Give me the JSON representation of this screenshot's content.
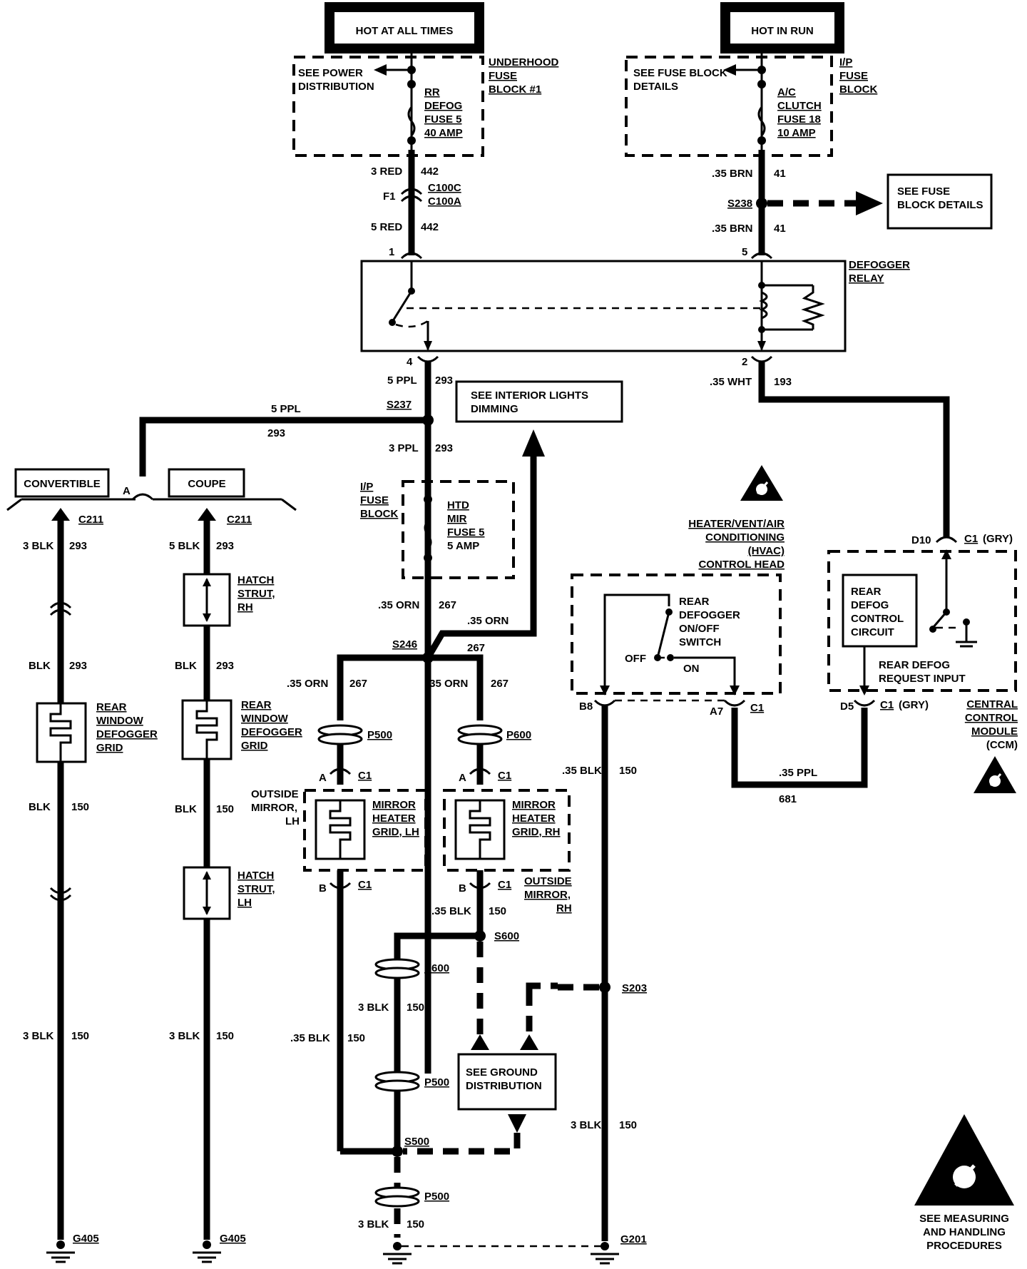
{
  "power": {
    "hot_all_times": "HOT AT ALL TIMES",
    "hot_in_run": "HOT IN RUN"
  },
  "underhood_fuse": {
    "see_power_line1": "SEE POWER",
    "see_power_line2": "DISTRIBUTION",
    "name_line1": "UNDERHOOD",
    "name_line2": "FUSE",
    "name_line3": "BLOCK #1",
    "fuse_line1": "RR",
    "fuse_line2": "DEFOG",
    "fuse_line3": "FUSE 5",
    "fuse_line4": "40 AMP"
  },
  "ip_fuse_top": {
    "see_line1": "SEE FUSE BLOCK",
    "see_line2": "DETAILS",
    "name_line1": "I/P",
    "name_line2": "FUSE",
    "name_line3": "BLOCK",
    "fuse_line1": "A/C",
    "fuse_line2": "CLUTCH",
    "fuse_line3": "FUSE 18",
    "fuse_line4": "10 AMP"
  },
  "wires": {
    "w_3red": "3 RED",
    "w_442a": "442",
    "f1": "F1",
    "c100c": "C100C",
    "c100a": "C100A",
    "w_5red": "5 RED",
    "w_442b": "442",
    "w_35brn_a": ".35 BRN",
    "w_41a": "41",
    "s238": "S238",
    "w_35brn_b": ".35 BRN",
    "w_41b": "41",
    "see_fuse_line1": "SEE FUSE",
    "see_fuse_line2": "BLOCK DETAILS",
    "pin1": "1",
    "pin5": "5",
    "pin4": "4",
    "pin2": "2",
    "w_5ppl": "5 PPL",
    "w_293a": "293",
    "w_35wht": ".35 WHT",
    "w_193": "193",
    "w_5ppl_h": "5 PPL",
    "s237": "S237",
    "w_293h": "293",
    "see_int_line1": "SEE INTERIOR LIGHTS",
    "see_int_line2": "DIMMING",
    "w_3ppl": "3 PPL",
    "w_293b": "293",
    "conv_a": "A",
    "w_35orn_a": ".35 ORN",
    "w_267a": "267",
    "w_35orn_up": ".35 ORN",
    "s246": "S246",
    "w_267b": "267",
    "w_35orn_l": ".35 ORN",
    "w_267l": "267",
    "w_35orn_r": ".35 ORN",
    "w_267r": "267",
    "p500a": "P500",
    "p600a": "P600",
    "pinA_l": "A",
    "c1_la": "C1",
    "pinA_r": "A",
    "c1_ra": "C1",
    "pinB_l": "B",
    "c1_lb": "C1",
    "pinB_r": "B",
    "c1_rb": "C1",
    "w_35blk_r": ".35 BLK",
    "w_150_r": "150",
    "s600": "S600",
    "p600b": "P600",
    "w_3blk_c": "3 BLK",
    "w_150_c": "150",
    "w_35blk_l": ".35 BLK",
    "w_150_l": "150",
    "p500b": "P500",
    "s500": "S500",
    "p500c": "P500",
    "w_3blk_bot": "3 BLK",
    "w_150_bot": "150",
    "s203": "S203",
    "w_35blk_m": ".35 BLK",
    "w_150_m": "150",
    "w_3blk_m": "3 BLK",
    "w_150_m2": "150",
    "g201": "G201",
    "pinB8": "B8",
    "pinA7": "A7",
    "c1_a7": "C1",
    "w_35ppl_b": ".35 PPL",
    "w_681": "681",
    "pinD5": "D5",
    "c1_d5": "C1",
    "gry_d5": "(GRY)",
    "pinD10": "D10",
    "c1_d10": "C1",
    "gry_d10": "(GRY)"
  },
  "relay": {
    "name_line1": "DEFOGGER",
    "name_line2": "RELAY"
  },
  "left_branch": {
    "convertible": "CONVERTIBLE",
    "coupe": "COUPE",
    "c211_a": "C211",
    "c211_b": "C211",
    "w_3blk_a": "3 BLK",
    "w_293_a": "293",
    "w_5blk_b": "5 BLK",
    "w_293_b": "293",
    "w_blk_a": "BLK",
    "w_293_c": "293",
    "w_blk_b": "BLK",
    "w_293_d": "293",
    "hatch_rh_line1": "HATCH",
    "hatch_rh_line2": "STRUT,",
    "hatch_rh_line3": "RH",
    "grid_a_line1": "REAR",
    "grid_a_line2": "WINDOW",
    "grid_a_line3": "DEFOGGER",
    "grid_a_line4": "GRID",
    "grid_b_line1": "REAR",
    "grid_b_line2": "WINDOW",
    "grid_b_line3": "DEFOGGER",
    "grid_b_line4": "GRID",
    "w_blk_e": "BLK",
    "w_150_e": "150",
    "w_blk_f": "BLK",
    "w_150_f": "150",
    "hatch_lh_line1": "HATCH",
    "hatch_lh_line2": "STRUT,",
    "hatch_lh_line3": "LH",
    "w_3blk_g": "3 BLK",
    "w_150_g": "150",
    "w_3blk_h": "3 BLK",
    "w_150_h": "150",
    "g405_a": "G405",
    "g405_b": "G405"
  },
  "htd_mir": {
    "name_line1": "I/P",
    "name_line2": "FUSE",
    "name_line3": "BLOCK",
    "fuse_line1": "HTD",
    "fuse_line2": "MIR",
    "fuse_line3": "FUSE 5",
    "fuse_line4": "5 AMP"
  },
  "mirrors": {
    "outside_lh_line1": "OUTSIDE",
    "outside_lh_line2": "MIRROR,",
    "outside_lh_line3": "LH",
    "heater_lh_line1": "MIRROR",
    "heater_lh_line2": "HEATER",
    "heater_lh_line3": "GRID, LH",
    "heater_rh_line1": "MIRROR",
    "heater_rh_line2": "HEATER",
    "heater_rh_line3": "GRID, RH",
    "outside_rh_line1": "OUTSIDE",
    "outside_rh_line2": "MIRROR,",
    "outside_rh_line3": "RH"
  },
  "ground": {
    "line1": "SEE GROUND",
    "line2": "DISTRIBUTION"
  },
  "hvac": {
    "line1": "HEATER/VENT/AIR",
    "line2": "CONDITIONING",
    "line3": "(HVAC)",
    "line4": "CONTROL HEAD",
    "sw_line1": "REAR",
    "sw_line2": "DEFOGGER",
    "sw_line3": "ON/OFF",
    "sw_line4": "SWITCH",
    "off": "OFF",
    "on": "ON"
  },
  "ccm": {
    "circ_line1": "REAR",
    "circ_line2": "DEFOG",
    "circ_line3": "CONTROL",
    "circ_line4": "CIRCUIT",
    "req_line1": "REAR DEFOG",
    "req_line2": "REQUEST INPUT",
    "name_line1": "CENTRAL",
    "name_line2": "CONTROL",
    "name_line3": "MODULE",
    "name_line4": "(CCM)"
  },
  "esd": {
    "line1": "SEE MEASURING",
    "line2": "AND HANDLING",
    "line3": "PROCEDURES"
  }
}
